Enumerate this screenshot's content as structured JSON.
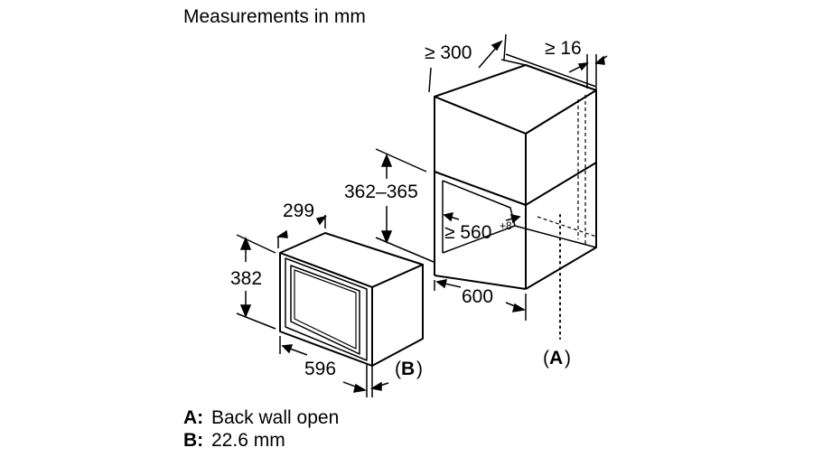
{
  "title": "Measurements in mm",
  "dimensions": {
    "cabinet_depth": "≥ 300",
    "cabinet_offset": "≥ 16",
    "niche_height": "362–365",
    "niche_width": "≥ 560",
    "niche_width_tolerance": "+8",
    "cabinet_width": "600",
    "appliance_depth": "299",
    "appliance_height": "382",
    "appliance_width": "596"
  },
  "markers": {
    "a": "(A)",
    "b": "(B)",
    "a_letter": "A",
    "b_letter": "B",
    "open": "(",
    "close": ")"
  },
  "legend": {
    "a_key": "A:",
    "a_text": "Back wall open",
    "b_key": "B:",
    "b_text": "22.6 mm"
  }
}
